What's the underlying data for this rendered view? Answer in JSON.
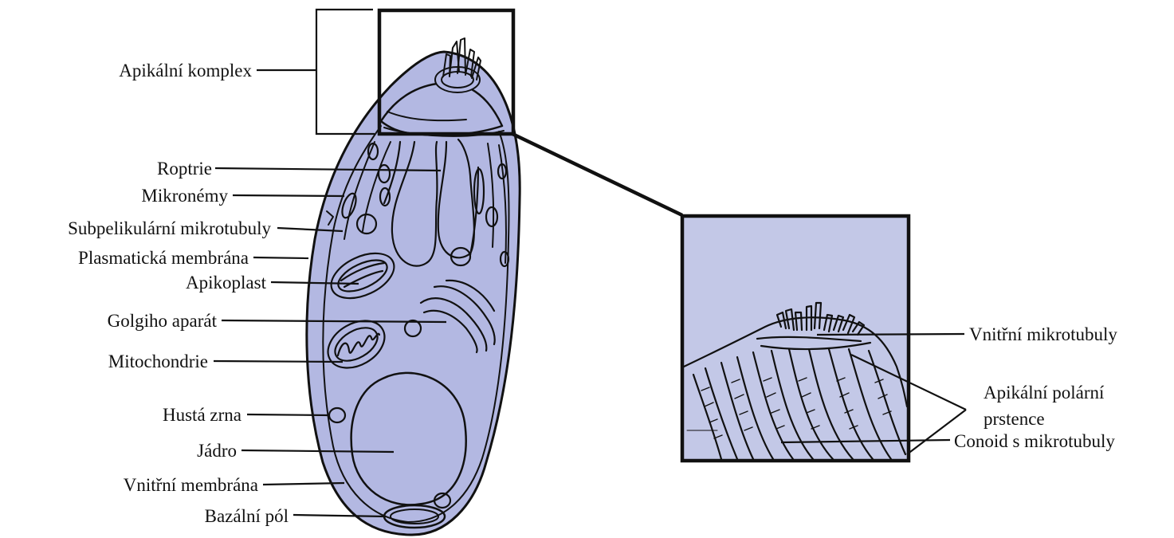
{
  "colors": {
    "cell_fill": "#b3b8e2",
    "inset_fill": "#c3c8e7",
    "ink": "#111111",
    "background": "#ffffff"
  },
  "labels": {
    "apical_complex": "Apikální komplex",
    "rhoptries": "Roptrie",
    "micronemes": "Mikronémy",
    "subpellicular_microtubules": "Subpelikulární mikrotubuly",
    "plasma_membrane": "Plasmatická membrána",
    "apicoplast": "Apikoplast",
    "golgi": "Golgiho aparát",
    "mitochondria": "Mitochondrie",
    "dense_granules": "Hustá zrna",
    "nucleus": "Jádro",
    "inner_membrane": "Vnitřní membrána",
    "basal_pole": "Bazální pól",
    "inner_microtubules": "Vnitřní mikrotubuly",
    "apical_polar_rings_line1": "Apikální polární",
    "apical_polar_rings_line2": "prstence",
    "conoid": "Conoid s mikrotubuly"
  }
}
